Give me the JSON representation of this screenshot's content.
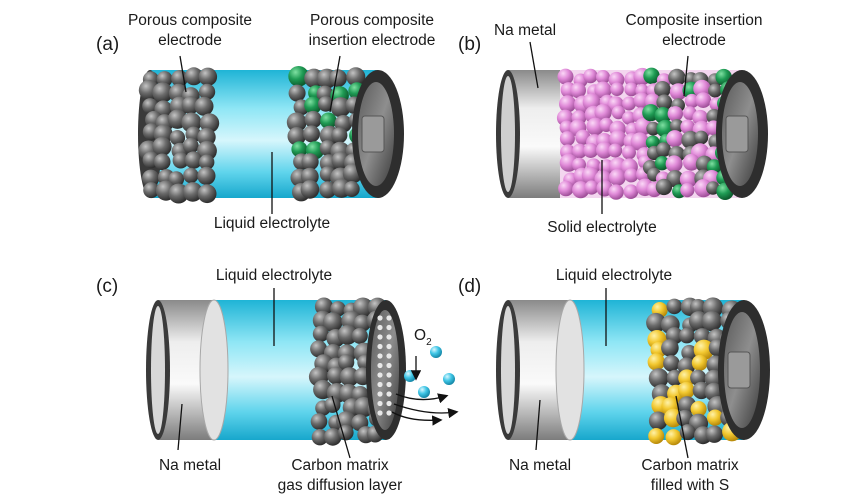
{
  "panels": {
    "a": {
      "tag": "(a)",
      "label_left": [
        "Porous composite",
        "electrode"
      ],
      "label_right": [
        "Porous composite",
        "insertion electrode"
      ],
      "label_bottom": "Liquid electrolyte"
    },
    "b": {
      "tag": "(b)",
      "label_left": "Na metal",
      "label_right": [
        "Composite insertion",
        "electrode"
      ],
      "label_bottom": "Solid electrolyte"
    },
    "c": {
      "tag": "(c)",
      "label_top": "Liquid electrolyte",
      "label_left": "Na metal",
      "label_bottom": [
        "Carbon matrix",
        "gas diffusion layer"
      ],
      "gas_symbol": "O",
      "gas_subscript": "2"
    },
    "d": {
      "tag": "(d)",
      "label_top": "Liquid electrolyte",
      "label_left": "Na metal",
      "label_bottom": [
        "Carbon matrix",
        "filled with S"
      ]
    }
  },
  "colors": {
    "electrolyte": "#39cbe8",
    "carbon": "#6b6b6b",
    "insertion": "#1f9b54",
    "solid_electrolyte": "#e08ad8",
    "sulfur": "#f2c830",
    "metal": "#d4d4d4",
    "oxygen": "#3fc6e6"
  }
}
